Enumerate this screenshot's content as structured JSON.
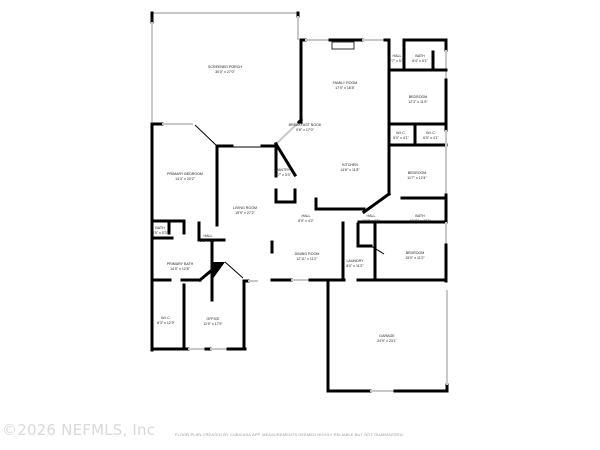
{
  "rooms": [
    {
      "name": "SCREENED PORCH",
      "dims": "30'0\" x 27'0\""
    },
    {
      "name": "FAMILY ROOM",
      "dims": "17'0\" x 16'8\""
    },
    {
      "name": "HALL",
      "dims": "2'7\" x 5'3\""
    },
    {
      "name": "BATH",
      "dims": "8'4\" x 5'1\""
    },
    {
      "name": "BEDROOM",
      "dims": "12'3\" x 11'9\""
    },
    {
      "name": "W.I.C.",
      "dims": "5'0\" x 4'1\""
    },
    {
      "name": "W.I.C.",
      "dims": "6'5\" x 4'1\""
    },
    {
      "name": "BREAKFAST NOOK",
      "dims": "9'8\" x 17'0\""
    },
    {
      "name": "PANTRY",
      "dims": "2'7\" x 3'3\""
    },
    {
      "name": "KITCHEN",
      "dims": "14'6\" x 11'8\""
    },
    {
      "name": "BEDROOM",
      "dims": "11'7\" x 12'4\""
    },
    {
      "name": "PRIMARY BEDROOM",
      "dims": "14'3\" x 20'2\""
    },
    {
      "name": "LIVING ROOM",
      "dims": "15'9\" x 27'2\""
    },
    {
      "name": "BATH",
      "dims": "3'5\" x 5'3\""
    },
    {
      "name": "HALL",
      "dims": "3'5\" x 3'6\""
    },
    {
      "name": "HALL",
      "dims": "8'9\" x 4'2\""
    },
    {
      "name": "HALL",
      "dims": "10'8\" x 4'1\""
    },
    {
      "name": "BATH",
      "dims": "10'11\" x 4'11\""
    },
    {
      "name": "PRIMARY BATH",
      "dims": "14'5\" x 12'8\""
    },
    {
      "name": "DINING ROOM",
      "dims": "12'11\" x 11'2\""
    },
    {
      "name": "LAUNDRY",
      "dims": "8'0\" x 11'2\""
    },
    {
      "name": "BEDROOM",
      "dims": "15'0\" x 11'2\""
    },
    {
      "name": "W.I.C.",
      "dims": "6'3\" x 12'9\""
    },
    {
      "name": "OFFICE",
      "dims": "11'9\" x 17'9\""
    },
    {
      "name": "GARAGE",
      "dims": "24'9\" x 23'1\""
    }
  ],
  "watermark": "©2026 NEFMLS, Inc",
  "credit": "FLOOR PLAN CREATED BY CUBICASA APP. MEASUREMENTS DEEMED HIGHLY RELIABLE BUT NOT GUARANTEED."
}
